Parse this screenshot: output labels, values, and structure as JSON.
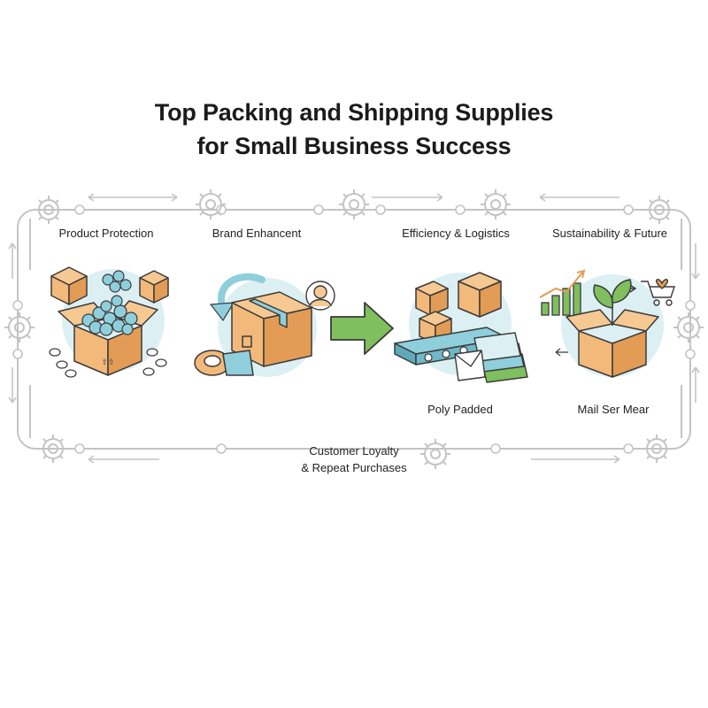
{
  "title": {
    "line1": "Top Packing and Shipping Supplies",
    "line2": "for Small Business Success"
  },
  "sections": [
    {
      "label": "Product Protection",
      "icon": "packing-peanuts-box-icon"
    },
    {
      "label": "Brand Enhancent",
      "icon": "branded-box-tape-icon"
    },
    {
      "label": "Efficiency & Logistics",
      "icon": "conveyor-boxes-icon"
    },
    {
      "label": "Sustainability & Future",
      "icon": "plant-box-growth-icon"
    }
  ],
  "sub_labels": {
    "poly": "Poly Padded",
    "mail": "Mail Ser Mear"
  },
  "footer": {
    "line1": "Customer Loyalty",
    "line2": "& Repeat Purchases"
  },
  "colors": {
    "box": "#f2b97a",
    "box_dark": "#e29c55",
    "teal": "#8fcfdc",
    "teal_light": "#dcf0f4",
    "green": "#7fbf5e",
    "line": "#bdbdbd",
    "outline": "#3a3a3a"
  }
}
